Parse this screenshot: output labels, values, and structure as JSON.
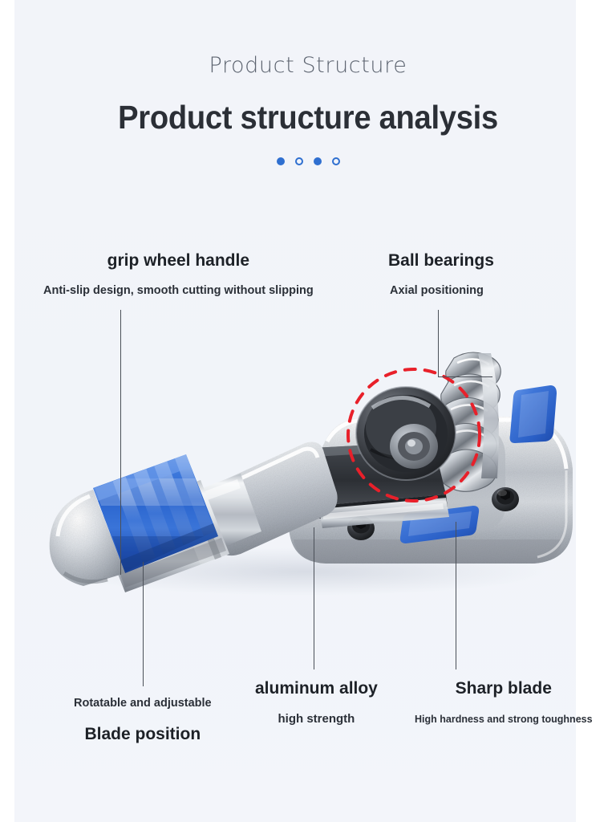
{
  "header": {
    "eyebrow": "Product Structure",
    "headline": "Product structure analysis",
    "dots": [
      "filled",
      "hollow",
      "filled",
      "hollow"
    ],
    "accent_color": "#2f6fd0"
  },
  "callouts": [
    {
      "id": "grip",
      "title": "grip wheel handle",
      "subtitle": "Anti-slip design, smooth cutting without slipping",
      "position": "top-left"
    },
    {
      "id": "ball",
      "title": "Ball bearings",
      "subtitle": "Axial positioning",
      "position": "top-right"
    },
    {
      "id": "blade",
      "title": "Blade position",
      "subtitle": "Rotatable and adjustable",
      "position": "bottom-left"
    },
    {
      "id": "alu",
      "title": "aluminum alloy",
      "subtitle": "high strength",
      "position": "bottom-center"
    },
    {
      "id": "sharp",
      "title": "Sharp blade",
      "subtitle": "High hardness and strong toughness",
      "position": "bottom-right"
    }
  ],
  "product": {
    "name": "tube-cutter",
    "highlight": {
      "shape": "dashed-circle",
      "color": "#e8202a",
      "target": "cutting-wheel"
    },
    "colors": {
      "knob_blue": "#2f6fd0",
      "insert_blue": "#3b6fd4",
      "metal_light": "#e9ebee",
      "metal_mid": "#b9bec6",
      "metal_dark": "#7e838b",
      "blade_dark": "#3a3d42",
      "background": "#f2f4f9"
    }
  }
}
